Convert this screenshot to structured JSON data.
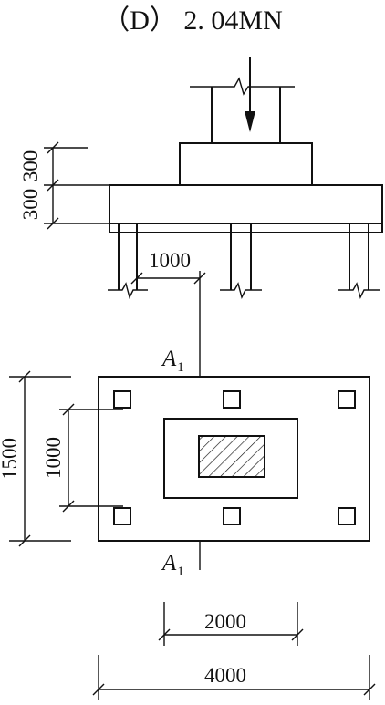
{
  "option_label": "（D） 2. 04MN",
  "elevation": {
    "dim_cap_upper": "300",
    "dim_cap_lower": "300",
    "dim_offset": "1000"
  },
  "plan": {
    "section_mark_top": "A",
    "section_mark_top_sub": "1",
    "section_mark_bottom": "A",
    "section_mark_bottom_sub": "1",
    "dim_height_outer": "1500",
    "dim_height_inner": "1000",
    "dim_width_inner": "2000",
    "dim_width_outer": "4000"
  }
}
